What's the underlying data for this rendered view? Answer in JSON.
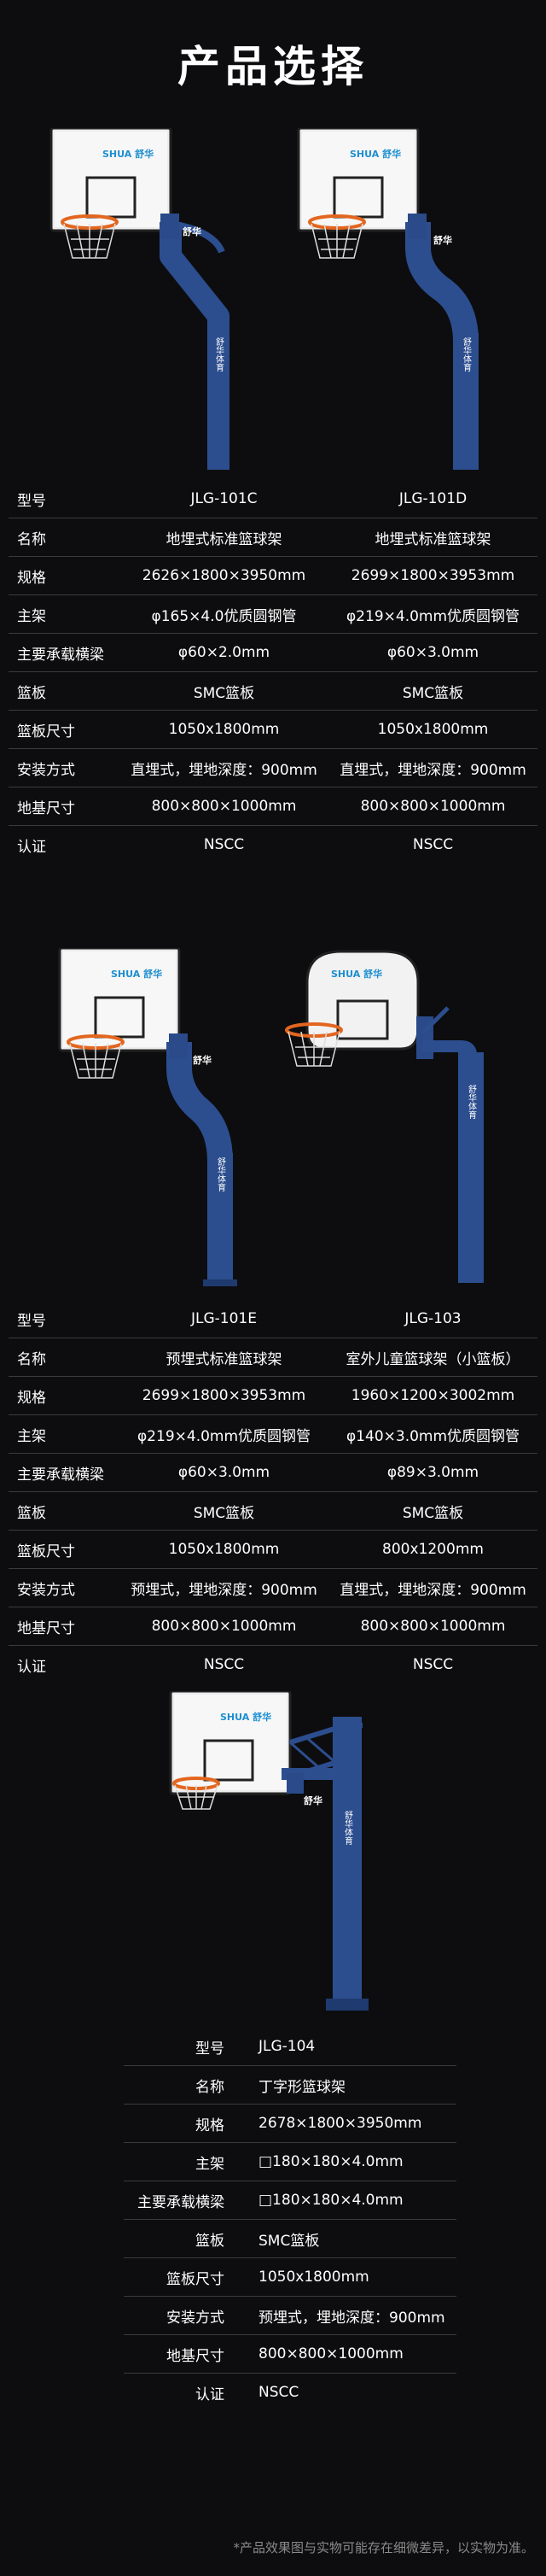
{
  "page_title": "产品选择",
  "brand": {
    "logo_text": "SHUA 舒华",
    "post_text": "舒华体育",
    "arm_logo": "舒华"
  },
  "colors": {
    "pole": "#2c4e8f",
    "rim": "#e3661f",
    "background": "#0d0d0f"
  },
  "spec_labels": {
    "model": "型号",
    "name": "名称",
    "size": "规格",
    "main_frame": "主架",
    "beam": "主要承载横梁",
    "board": "篮板",
    "board_size": "篮板尺寸",
    "install": "安装方式",
    "foundation": "地基尺寸",
    "cert": "认证"
  },
  "groups": [
    {
      "products": [
        {
          "model": "JLG-101C",
          "name": "地埋式标准篮球架",
          "size": "2626×1800×3950mm",
          "main_frame": "φ165×4.0优质圆钢管",
          "beam": "φ60×2.0mm",
          "board": "SMC篮板",
          "board_size": "1050x1800mm",
          "install": "直埋式，埋地深度：900mm",
          "foundation": "800×800×1000mm",
          "cert": "NSCC"
        },
        {
          "model": "JLG-101D",
          "name": "地埋式标准篮球架",
          "size": "2699×1800×3953mm",
          "main_frame": "φ219×4.0mm优质圆钢管",
          "beam": "φ60×3.0mm",
          "board": "SMC篮板",
          "board_size": "1050x1800mm",
          "install": "直埋式，埋地深度：900mm",
          "foundation": "800×800×1000mm",
          "cert": "NSCC"
        }
      ]
    },
    {
      "products": [
        {
          "model": "JLG-101E",
          "name": "预埋式标准篮球架",
          "size": "2699×1800×3953mm",
          "main_frame": "φ219×4.0mm优质圆钢管",
          "beam": "φ60×3.0mm",
          "board": "SMC篮板",
          "board_size": "1050x1800mm",
          "install": "预埋式，埋地深度：900mm",
          "foundation": "800×800×1000mm",
          "cert": "NSCC"
        },
        {
          "model": "JLG-103",
          "name": "室外儿童篮球架（小篮板）",
          "size": "1960×1200×3002mm",
          "main_frame": "φ140×3.0mm优质圆钢管",
          "beam": "φ89×3.0mm",
          "board": "SMC篮板",
          "board_size": "800x1200mm",
          "install": "直埋式，埋地深度：900mm",
          "foundation": "800×800×1000mm",
          "cert": "NSCC"
        }
      ]
    },
    {
      "products": [
        {
          "model": "JLG-104",
          "name": "丁字形篮球架",
          "size": "2678×1800×3950mm",
          "main_frame": "□180×180×4.0mm",
          "beam": "□180×180×4.0mm",
          "board": "SMC篮板",
          "board_size": "1050x1800mm",
          "install": "预埋式，埋地深度：900mm",
          "foundation": "800×800×1000mm",
          "cert": "NSCC"
        }
      ]
    }
  ],
  "footnote": "*产品效果图与实物可能存在细微差异，以实物为准。"
}
